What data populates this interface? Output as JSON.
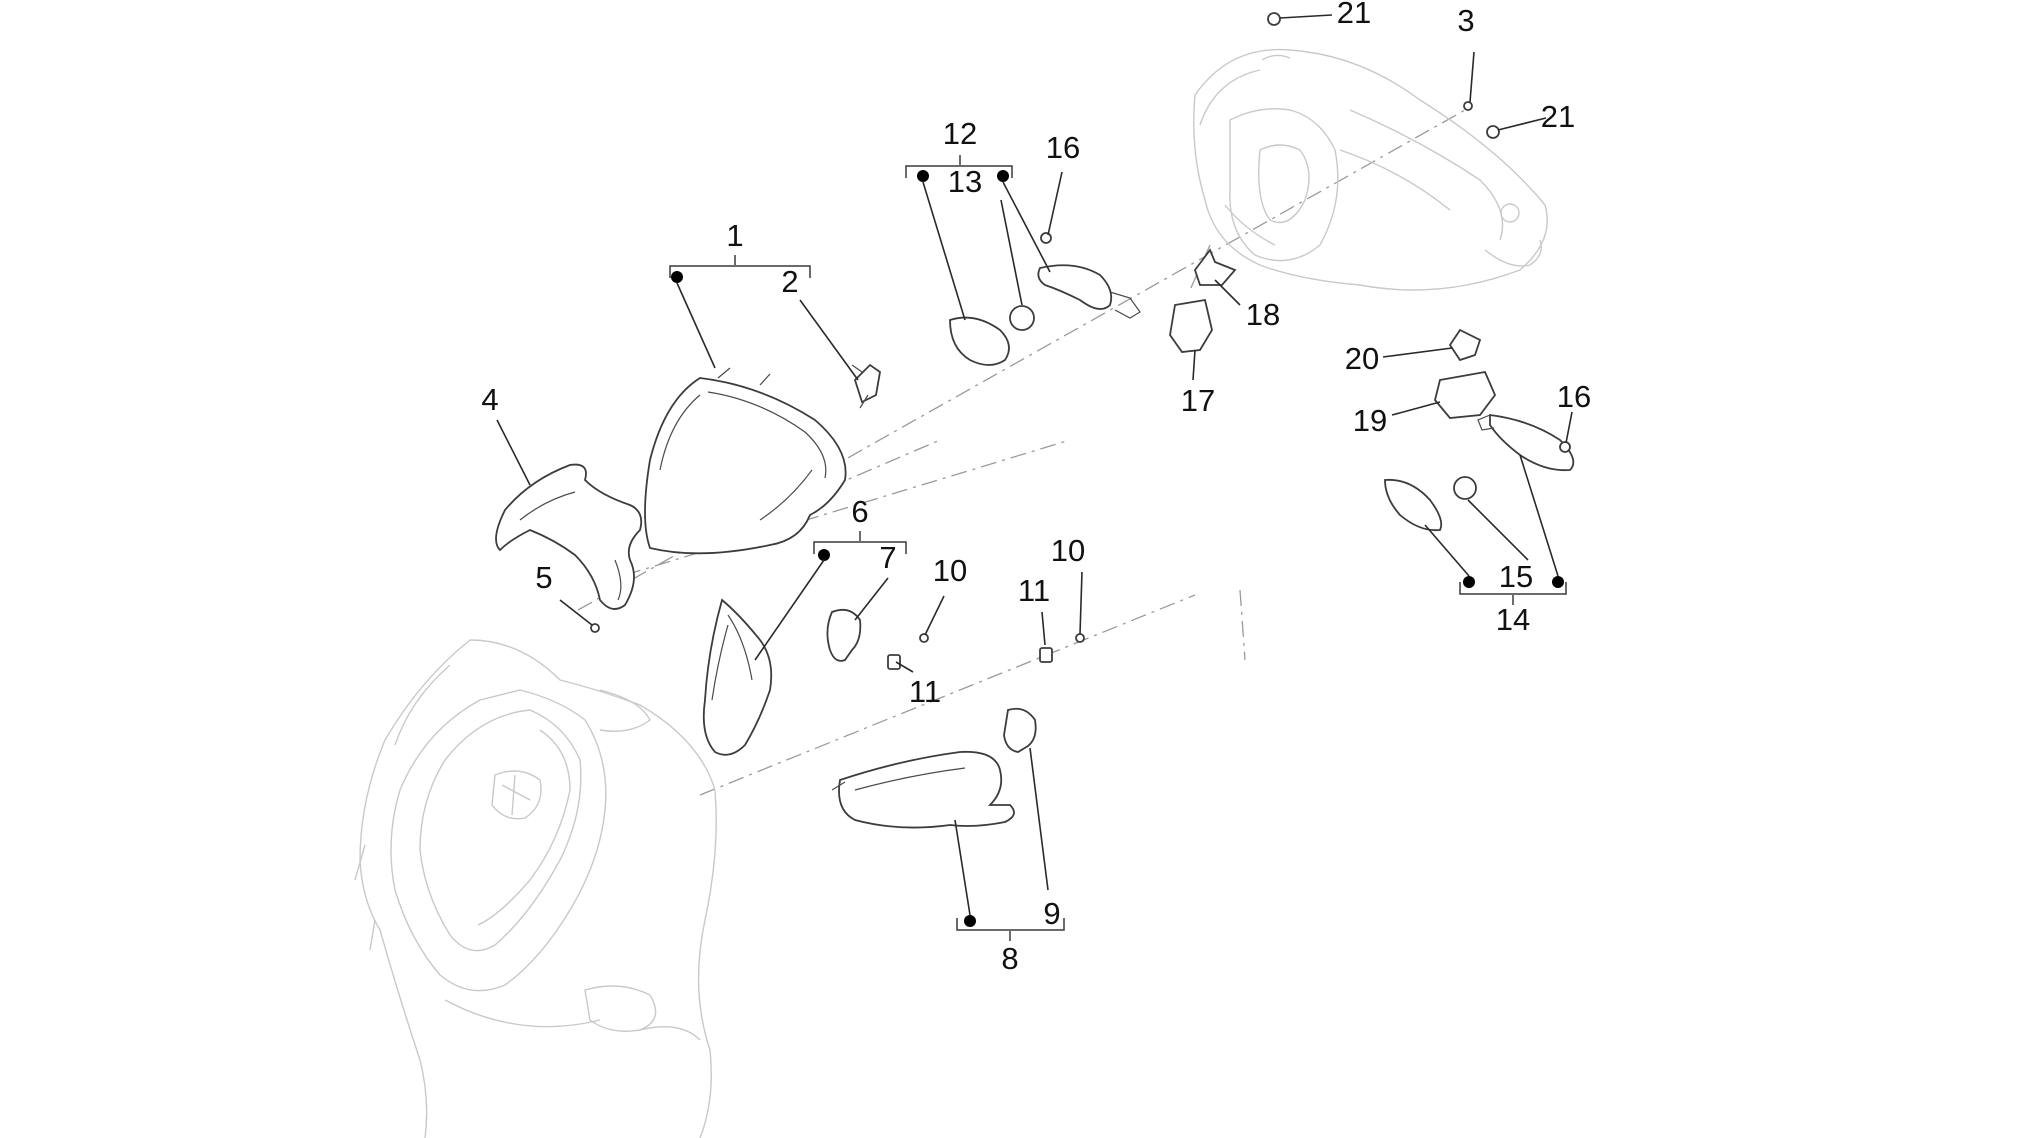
{
  "diagram": {
    "callouts": {
      "1": "1",
      "2": "2",
      "3": "3",
      "4": "4",
      "5": "5",
      "6": "6",
      "7": "7",
      "8": "8",
      "9": "9",
      "10a": "10",
      "10b": "10",
      "11a": "11",
      "11b": "11",
      "12": "12",
      "13": "13",
      "14": "14",
      "15": "15",
      "16a": "16",
      "16b": "16",
      "17": "17",
      "18": "18",
      "19": "19",
      "20": "20",
      "21a": "21",
      "21b": "21"
    }
  }
}
